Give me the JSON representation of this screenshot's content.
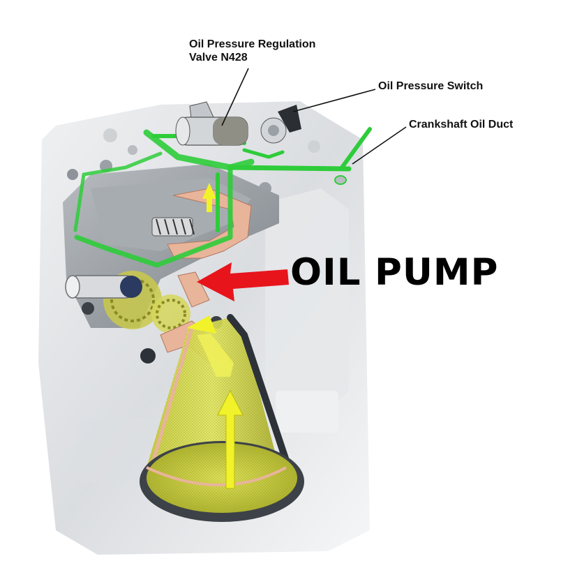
{
  "labels": {
    "valve_line1": "Oil Pressure Regulation",
    "valve_line2": "Valve N428",
    "switch": "Oil Pressure Switch",
    "duct": "Crankshaft Oil Duct",
    "pump": "OIL PUMP"
  },
  "colors": {
    "oil_green": "#2ecc3a",
    "oil_yellow": "#e8ea1a",
    "pump_arrow_red": "#e8141c",
    "copper_plate": "#e8b49a",
    "engine_gray": "#c8ccd0"
  }
}
